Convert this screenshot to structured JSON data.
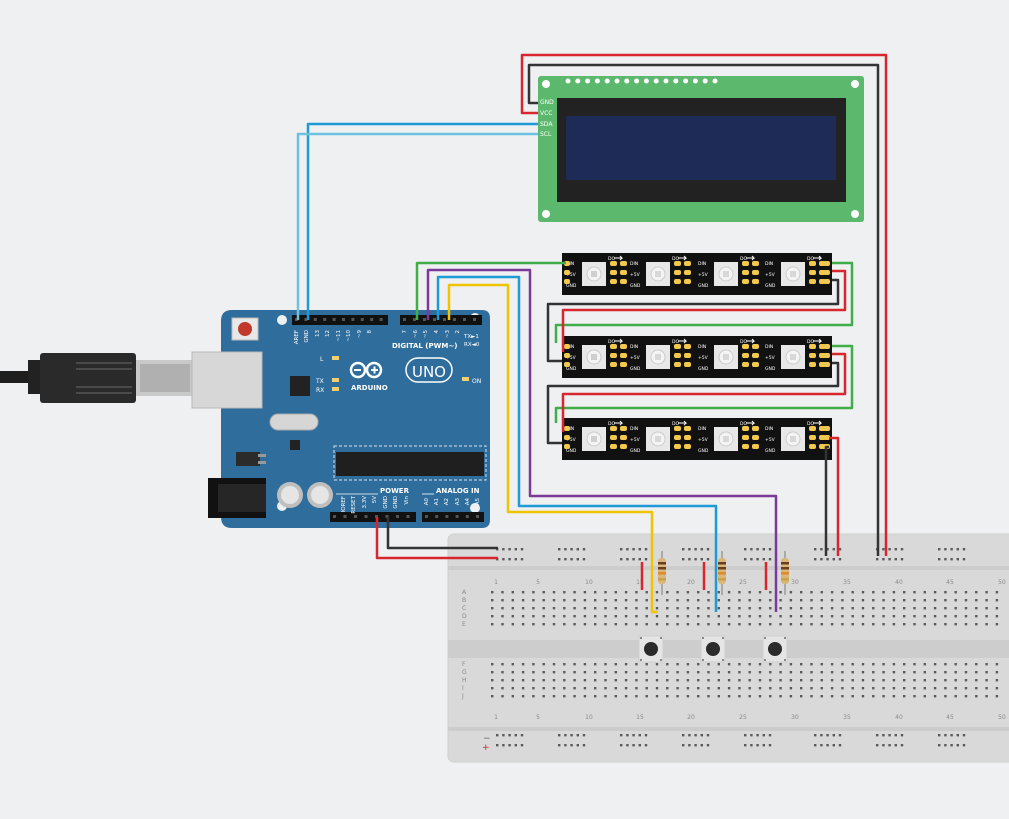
{
  "arduino": {
    "brand_name": "UNO",
    "brand_sub": "ARDUINO",
    "on_label": "ON",
    "l_label": "L",
    "tx_label": "TX",
    "rx_label": "RX",
    "digital_label": "DIGITAL (PWM~)",
    "power_label": "POWER",
    "analog_label": "ANALOG IN",
    "txrx_top": "TX►1",
    "txrx_bot": "RX◄0",
    "digital_pins": [
      "AREF",
      "GND",
      "13",
      "12",
      "~11",
      "~10",
      "~9",
      "8",
      "7",
      "~6",
      "~5",
      "4",
      "~3",
      "2"
    ],
    "power_pins": [
      "IOREF",
      "RESET",
      "3.3V",
      "5V",
      "GND",
      "GND",
      "Vin"
    ],
    "analog_pins": [
      "A0",
      "A1",
      "A2",
      "A3",
      "A4",
      "A5"
    ]
  },
  "lcd": {
    "pin_labels": [
      "GND",
      "VCC",
      "SDA",
      "SCL"
    ]
  },
  "neopixel": {
    "in_labels": [
      "DIN",
      "+5V",
      "GND"
    ],
    "out_labels": [
      "DO",
      "+5V",
      "GND"
    ]
  },
  "breadboard": {
    "column_numbers": [
      "1",
      "5",
      "10",
      "15",
      "20",
      "25",
      "30",
      "35",
      "40",
      "45",
      "50"
    ],
    "rows_top": [
      "A",
      "B",
      "C",
      "D",
      "E"
    ],
    "rows_bottom": [
      "F",
      "G",
      "H",
      "I",
      "J"
    ],
    "rail_minus": "−",
    "rail_plus": "+"
  },
  "colors": {
    "board_blue": "#2f6e9c",
    "lcd_pcb": "#5cb86c",
    "lcd_screen": "#1e2b57",
    "wire_red": "#d8262e",
    "wire_black": "#333333",
    "wire_blue": "#1e9ad6",
    "wire_lightblue": "#6cc0e0",
    "wire_green": "#40ad48",
    "wire_purple": "#7c3a98",
    "wire_yellow": "#f0c400"
  }
}
